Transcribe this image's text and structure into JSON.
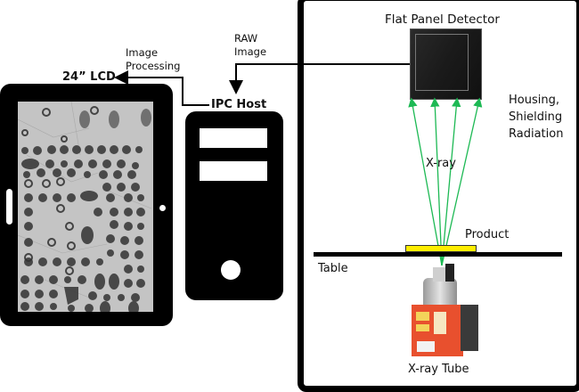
{
  "diagram": {
    "title": "X-ray inspection system schematic",
    "labels": {
      "lcd": "24” LCD",
      "image_processing_line1": "Image",
      "image_processing_line2": "Processing",
      "raw_image_line1": "RAW",
      "raw_image_line2": "Image",
      "ipc_host": "IPC Host",
      "flat_panel_detector": "Flat Panel Detector",
      "housing_line1": "Housing,",
      "housing_line2": "Shielding",
      "housing_line3": "Radiation",
      "xray": "X-ray",
      "product": "Product",
      "table": "Table",
      "xray_tube": "X-ray Tube"
    },
    "components": [
      {
        "id": "lcd",
        "icon": "tablet-monitor-icon",
        "shows": "pcb-xray-image"
      },
      {
        "id": "ipc_host",
        "icon": "pc-tower-icon"
      },
      {
        "id": "flat_panel_detector",
        "icon": "detector-panel-icon"
      },
      {
        "id": "product",
        "color": "#ffee00"
      },
      {
        "id": "table",
        "color": "#000000"
      },
      {
        "id": "xray_tube",
        "icon": "xray-tube-icon",
        "color": "#e8502e"
      }
    ],
    "flows": [
      {
        "from": "flat_panel_detector",
        "to": "ipc_host",
        "label": "RAW Image"
      },
      {
        "from": "ipc_host",
        "to": "lcd",
        "label": "Image Processing"
      },
      {
        "from": "xray_tube",
        "to": "flat_panel_detector",
        "label": "X-ray",
        "beams": 4,
        "color": "#1db954"
      }
    ],
    "colors": {
      "beam": "#1db954",
      "product": "#ffee00",
      "tube": "#e8502e",
      "frame": "#000000"
    }
  }
}
